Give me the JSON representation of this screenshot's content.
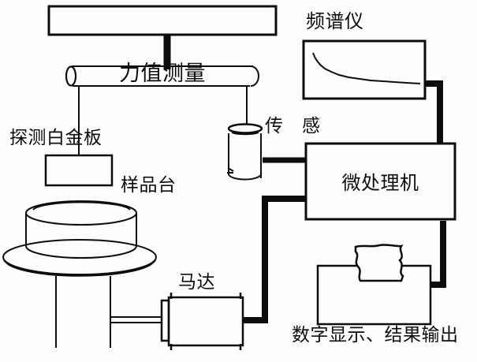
{
  "diagram": {
    "title_hint": "力值测量实验装置示意图",
    "labels": {
      "force_measurement": "力值测量",
      "detection_platinum_plate": "探测白金板",
      "sample_stage": "样品台",
      "sensor": "传　感",
      "spectrum_analyzer": "频谱仪",
      "microprocessor": "微处理机",
      "motor": "马达",
      "digital_output": "数字显示、结果输出"
    },
    "colors": {
      "line": "#0d0d0d",
      "background": "#fdfdfd"
    }
  }
}
